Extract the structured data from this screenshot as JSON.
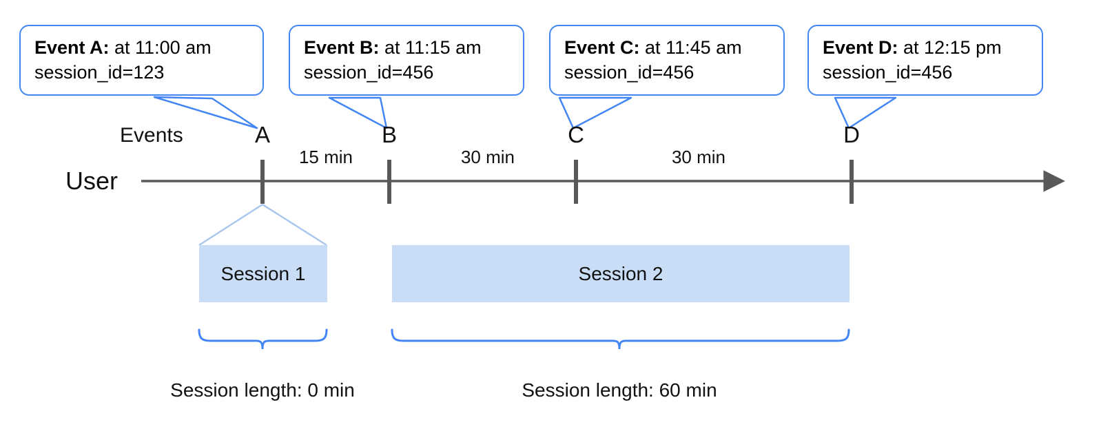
{
  "diagram": {
    "title": "User event sessionization timeline",
    "colors": {
      "callout_border": "#4285f4",
      "session_fill": "#c9ddf7",
      "session_edge": "#a9c6ef",
      "axis": "#595959",
      "brace": "#4285f4",
      "text": "#111111"
    }
  },
  "callouts": [
    {
      "id": "A",
      "label": "Event A:",
      "time": " at 11:00 am",
      "session_id": "session_id=123"
    },
    {
      "id": "B",
      "label": "Event B:",
      "time": " at 11:15 am",
      "session_id": "session_id=456"
    },
    {
      "id": "C",
      "label": "Event C:",
      "time": " at 11:45 am",
      "session_id": "session_id=456"
    },
    {
      "id": "D",
      "label": "Event D:",
      "time": " at 12:15 pm",
      "session_id": "session_id=456"
    }
  ],
  "axis": {
    "row_label_events": "Events",
    "row_label_user": "User",
    "ticks": [
      {
        "letter": "A"
      },
      {
        "letter": "B"
      },
      {
        "letter": "C"
      },
      {
        "letter": "D"
      }
    ],
    "gaps": [
      {
        "label": "15 min"
      },
      {
        "label": "30 min"
      },
      {
        "label": "30 min"
      }
    ]
  },
  "sessions": [
    {
      "name": "Session 1",
      "length_caption": "Session length: 0 min"
    },
    {
      "name": "Session 2",
      "length_caption": "Session length: 60 min"
    }
  ]
}
